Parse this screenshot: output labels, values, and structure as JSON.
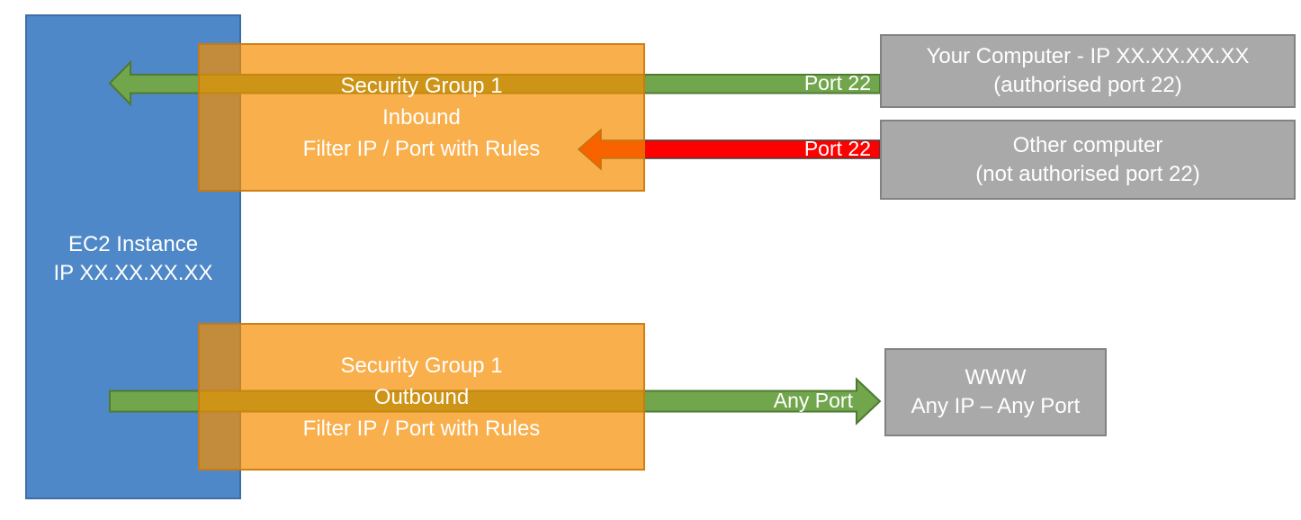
{
  "diagram": {
    "title_hint": "EC2 Security Group inbound/outbound filtering diagram",
    "ec2_instance": {
      "line1": "EC2 Instance",
      "line2": "IP XX.XX.XX.XX"
    },
    "security_group_inbound": {
      "line1": "Security Group 1",
      "line2": "Inbound",
      "line3": "Filter IP / Port with Rules"
    },
    "security_group_outbound": {
      "line1": "Security Group 1",
      "line2": "Outbound",
      "line3": "Filter IP / Port with Rules"
    },
    "your_computer": {
      "line1": "Your Computer - IP XX.XX.XX.XX",
      "line2": "(authorised port 22)"
    },
    "other_computer": {
      "line1": "Other computer",
      "line2": "(not authorised port 22)"
    },
    "www": {
      "line1": "WWW",
      "line2": "Any IP – Any Port"
    },
    "arrows": {
      "inbound_allowed_label": "Port 22",
      "inbound_blocked_label": "Port 22",
      "outbound_label": "Any Port"
    },
    "colors": {
      "ec2_blue": "#4F88C8",
      "ec2_blue_border": "#3D6EA5",
      "security_group_orange": "#F8B04E",
      "security_group_orange_border": "#D98E2B",
      "allowed_green": "#71A64D",
      "allowed_green_border": "#4E7A31",
      "blocked_red": "#FF0000",
      "blocked_red_border": "#3F3F3F",
      "endpoint_gray": "#A9A9A9",
      "endpoint_gray_border": "#828282"
    }
  }
}
